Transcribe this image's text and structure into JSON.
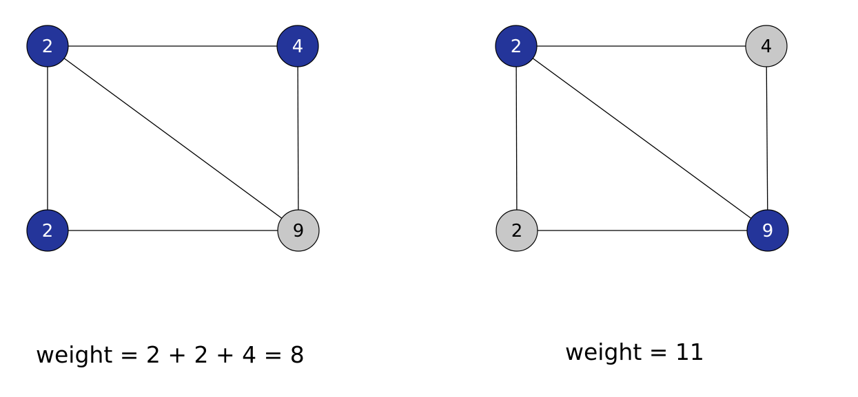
{
  "colors": {
    "selected_fill": "#24359a",
    "unselected_fill": "#c8c8c8",
    "selected_text": "#ffffff",
    "unselected_text": "#000000",
    "edge": "#000000"
  },
  "graphs": [
    {
      "id": "left",
      "nodes": [
        {
          "id": "tl",
          "label": "2",
          "selected": true
        },
        {
          "id": "tr",
          "label": "4",
          "selected": true
        },
        {
          "id": "bl",
          "label": "2",
          "selected": true
        },
        {
          "id": "br",
          "label": "9",
          "selected": false
        }
      ],
      "edges": [
        [
          "tl",
          "tr"
        ],
        [
          "tl",
          "bl"
        ],
        [
          "tl",
          "br"
        ],
        [
          "tr",
          "br"
        ],
        [
          "bl",
          "br"
        ]
      ],
      "caption": "weight = 2 + 2 + 4 = 8"
    },
    {
      "id": "right",
      "nodes": [
        {
          "id": "tl",
          "label": "2",
          "selected": true
        },
        {
          "id": "tr",
          "label": "4",
          "selected": false
        },
        {
          "id": "bl",
          "label": "2",
          "selected": false
        },
        {
          "id": "br",
          "label": "9",
          "selected": true
        }
      ],
      "edges": [
        [
          "tl",
          "tr"
        ],
        [
          "tl",
          "bl"
        ],
        [
          "tl",
          "br"
        ],
        [
          "tr",
          "br"
        ],
        [
          "bl",
          "br"
        ]
      ],
      "caption": "weight = 11"
    }
  ]
}
